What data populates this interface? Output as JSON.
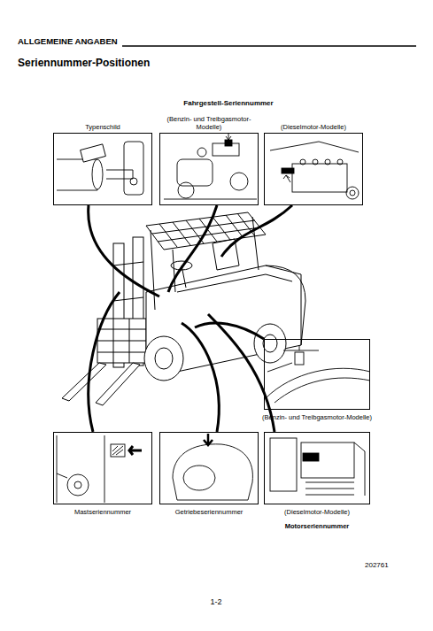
{
  "diagram": {
    "title": "Seriennummer-Positionen",
    "nodes": [
      {
        "text": [
          "Typenschild"
        ]
      },
      {
        "text": [
          "(Benzin- und Treibgasmotor-Modelle)"
        ]
      },
      {
        "text": [
          "(Dieselmotor-Modelle)"
        ]
      },
      {
        "text": [
          "(Benzin- und Treibgasmotor-Modelle)"
        ]
      },
      {
        "text": [
          "Mastseriennummer"
        ]
      },
      {
        "text": [
          "Getriebeseriennummer"
        ]
      },
      {
        "text": [
          "(Dieselmotor-Modelle)"
        ]
      }
    ],
    "edges": [],
    "labels": [
      "ALLGEMEINE ANGABEN",
      "Fahrgestell-Seriennummer",
      "Motorseriennummer",
      "202761",
      "1-2"
    ]
  }
}
